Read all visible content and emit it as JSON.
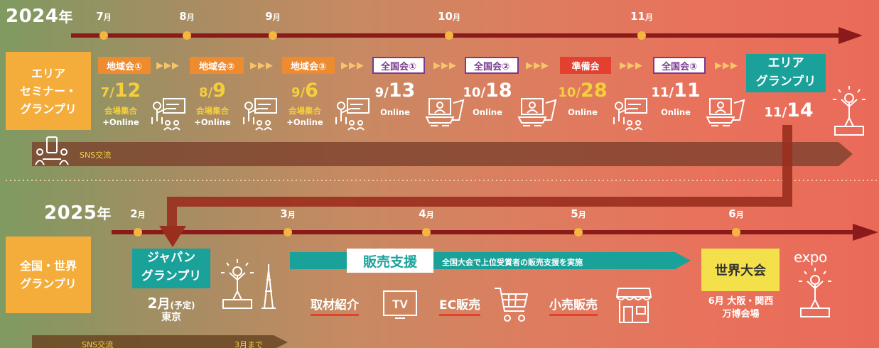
{
  "year2024": {
    "number": "2024",
    "suffix": "年"
  },
  "year2025": {
    "number": "2025",
    "suffix": "年"
  },
  "months2024": [
    {
      "num": "7",
      "unit": "月"
    },
    {
      "num": "8",
      "unit": "月"
    },
    {
      "num": "9",
      "unit": "月"
    },
    {
      "num": "10",
      "unit": "月"
    },
    {
      "num": "11",
      "unit": "月"
    }
  ],
  "months2025": [
    {
      "num": "2",
      "unit": "月"
    },
    {
      "num": "3",
      "unit": "月"
    },
    {
      "num": "4",
      "unit": "月"
    },
    {
      "num": "5",
      "unit": "月"
    },
    {
      "num": "6",
      "unit": "月"
    }
  ],
  "row1_label": [
    "エリア",
    "セミナー・",
    "グランプリ"
  ],
  "row2_label": [
    "全国・世界",
    "グランプリ"
  ],
  "chevrons": "▶▶▶",
  "events": [
    {
      "name": "地域会①",
      "style": "orange",
      "month": "7",
      "day": "12",
      "sub1": "会場集合",
      "sub2": "+Online",
      "icon": "presenter-icon"
    },
    {
      "name": "地域会②",
      "style": "orange",
      "month": "8",
      "day": "9",
      "sub1": "会場集合",
      "sub2": "+Online",
      "icon": "presenter-icon"
    },
    {
      "name": "地域会③",
      "style": "orange",
      "month": "9",
      "day": "6",
      "sub1": "会場集合",
      "sub2": "+Online",
      "icon": "presenter-icon"
    },
    {
      "name": "全国会①",
      "style": "purple",
      "month": "9",
      "day": "13",
      "sub1": "Online",
      "sub2": "",
      "icon": "online-meeting-icon"
    },
    {
      "name": "全国会②",
      "style": "purple",
      "month": "10",
      "day": "18",
      "sub1": "Online",
      "sub2": "",
      "icon": "online-meeting-icon"
    },
    {
      "name": "準備会",
      "style": "red",
      "month": "10",
      "day": "28",
      "sub1": "Online",
      "sub2": "",
      "icon": "presenter-icon"
    },
    {
      "name": "全国会③",
      "style": "purple",
      "month": "11",
      "day": "11",
      "sub1": "Online",
      "sub2": "",
      "icon": "online-meeting-icon"
    }
  ],
  "area_grandprix": {
    "line1": "エリア",
    "line2": "グランプリ",
    "month": "11",
    "day": "14"
  },
  "sns_band_1": "SNS交流",
  "sns_band_2": {
    "left": "SNS交流",
    "right": "3月まで"
  },
  "japan_grandprix": {
    "line1": "ジャパン",
    "line2": "グランプリ",
    "month": "2",
    "unit": "月",
    "note": "(予定)",
    "place": "東京"
  },
  "sales_support": {
    "title": "販売支援",
    "desc": "全国大会で上位受賞者の販売支援を実施"
  },
  "sales_items": [
    {
      "label": "取材紹介",
      "icon": "tv-icon"
    },
    {
      "label": "EC販売",
      "icon": "shopping-cart-icon"
    },
    {
      "label": "小売販売",
      "icon": "storefront-icon"
    }
  ],
  "tv_text": "TV",
  "world_grandprix": {
    "title": "世界大会",
    "line1": "6月 大阪・関西",
    "line2": "万博会場"
  },
  "expo_logo": "expo",
  "colors": {
    "arrow": "#8b1a1a",
    "dot": "#f4b63f",
    "orange": "#ef8b2f",
    "purple": "#7b3a8f",
    "teal": "#1aa19a",
    "label": "#f4ad3b",
    "red": "#e3402f",
    "yellow": "#f4cf3c"
  }
}
